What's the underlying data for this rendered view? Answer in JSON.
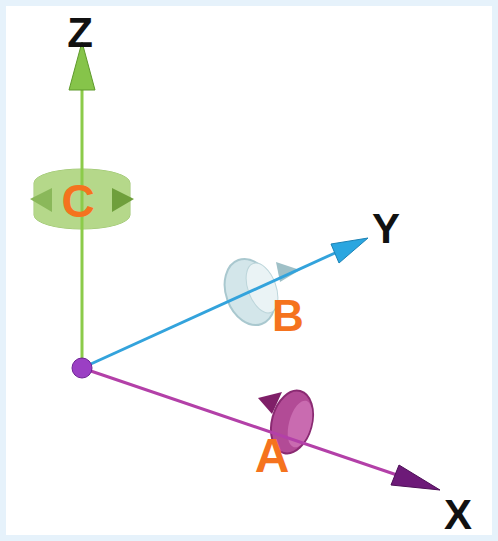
{
  "diagram": {
    "labels": [
      "Z",
      "C",
      "Y",
      "B",
      "A",
      "X"
    ]
  }
}
